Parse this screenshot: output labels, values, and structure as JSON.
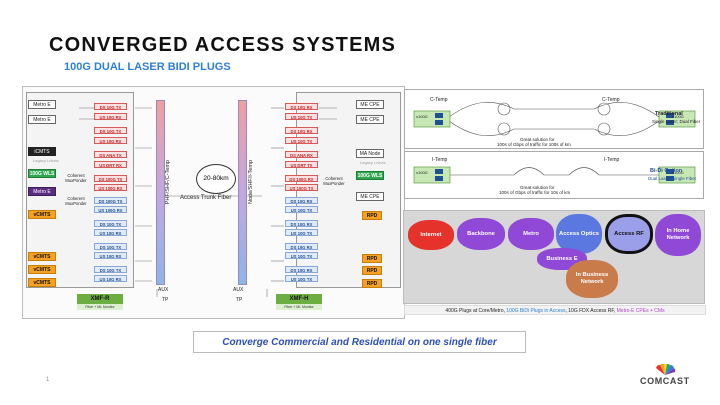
{
  "slide": {
    "title": "CONVERGED ACCESS SYSTEMS",
    "subtitle": "100G DUAL LASER BIDI PLUGS",
    "banner": "Converge Commercial and Residential on one single fiber",
    "page_number": "1",
    "brand": "COMCAST"
  },
  "left": {
    "edges": [
      "Metro E",
      "Metro E",
      "iCMTS",
      "Legacy Lnkvts",
      "100G WLS",
      "Metro E",
      "vCMTS",
      "vCMTS",
      "vCMTS",
      "vCMTS"
    ],
    "mux1": "Coherent MuxPonder",
    "mux2": "Coherent MuxPonder",
    "ports": [
      {
        "label": "DS 10G TX",
        "color": "red"
      },
      {
        "label": "US 10G RX",
        "color": "red"
      },
      {
        "label": "DS 10G TX",
        "color": "red"
      },
      {
        "label": "US 10G RX",
        "color": "red"
      },
      {
        "label": "DS ANA TX",
        "color": "red"
      },
      {
        "label": "US DRT RX",
        "color": "red"
      },
      {
        "label": "DS 100G TX",
        "color": "red"
      },
      {
        "label": "US 100G RX",
        "color": "red"
      },
      {
        "label": "DS 100G TX",
        "color": "blue"
      },
      {
        "label": "US 100G RX",
        "color": "blue"
      },
      {
        "label": "DS 10G TX",
        "color": "blue"
      },
      {
        "label": "US 10G RX",
        "color": "blue"
      },
      {
        "label": "DS 10G TX",
        "color": "blue"
      },
      {
        "label": "US 10G RX",
        "color": "blue"
      },
      {
        "label": "DS 10G TX",
        "color": "blue"
      },
      {
        "label": "US 10G RX",
        "color": "blue"
      }
    ],
    "bar_label": "PHF/SHF/C-Temp",
    "aux": "AUX",
    "tp": "TP",
    "xmf": "XMF-R",
    "xmf_sub": "Fiber + ML Monitor"
  },
  "right": {
    "edges": [
      "ME CPE",
      "ME CPE",
      "MA Node",
      "Legacy Lnkvts",
      "100G WLS",
      "ME CPE",
      "RPD",
      "RPD",
      "RPD",
      "RPD"
    ],
    "mux1": "Coherent MuxPonder",
    "ports": [
      {
        "label": "DS 10G RX",
        "color": "red"
      },
      {
        "label": "US 10G TX",
        "color": "red"
      },
      {
        "label": "DS 10G RX",
        "color": "red"
      },
      {
        "label": "US 10G TX",
        "color": "red"
      },
      {
        "label": "DS ANA RX",
        "color": "red"
      },
      {
        "label": "US DRT TX",
        "color": "red"
      },
      {
        "label": "DS 100G RX",
        "color": "red"
      },
      {
        "label": "US 100G TX",
        "color": "red"
      },
      {
        "label": "DS 10G RX",
        "color": "blue"
      },
      {
        "label": "US 10G TX",
        "color": "blue"
      },
      {
        "label": "DS 10G RX",
        "color": "blue"
      },
      {
        "label": "US 10G TX",
        "color": "blue"
      },
      {
        "label": "DS 10G RX",
        "color": "blue"
      },
      {
        "label": "US 10G TX",
        "color": "blue"
      },
      {
        "label": "DS 10G RX",
        "color": "blue"
      },
      {
        "label": "US 10G TX",
        "color": "blue"
      }
    ],
    "bar_label": "Node/SHF/I-Temp",
    "aux": "AUX",
    "tp": "TP",
    "xmf": "XMF-H",
    "xmf_sub": "Fiber + ML Monitor"
  },
  "trunk": {
    "distance": "20-80km",
    "label": "Access Trunk Fiber"
  },
  "options": {
    "top": {
      "left_temp": "C-Temp",
      "right_temp": "C-Temp",
      "label_left": "x100G",
      "label_right": "x100G",
      "name": "Traditional",
      "desc": "Single Laser; Dual Fiber",
      "note1": "Great solution for",
      "note2": "100s of Gbps of traffic for 100s of km"
    },
    "bottom": {
      "left_temp": "I-Temp",
      "right_temp": "I-Temp",
      "label_left": "x100G",
      "label_right": "x100G",
      "name": "Bi-Di Option",
      "desc": "Dual Laser; Single Fiber",
      "note1": "Great solution for",
      "note2": "100s of Gbps of traffic for 10s of km"
    }
  },
  "network": {
    "clouds": [
      {
        "label": "Internet",
        "style": "red"
      },
      {
        "label": "Backbone",
        "style": "purple"
      },
      {
        "label": "Metro",
        "style": "purple"
      },
      {
        "label": "Access Optics",
        "style": "blue"
      },
      {
        "label": "Access RF",
        "style": "black"
      },
      {
        "label": "In Home Network",
        "style": "purple"
      },
      {
        "label": "Business E",
        "style": "purple"
      },
      {
        "label": "In Business Network",
        "style": "brown"
      }
    ],
    "strip": {
      "part1": "400G Plugs at Core/Metro, ",
      "part2": "100G BiDi Plugs in Access",
      "part3": ", 10G FDX Access RF, ",
      "part4": "Metro-E CPEs + CMs"
    }
  }
}
